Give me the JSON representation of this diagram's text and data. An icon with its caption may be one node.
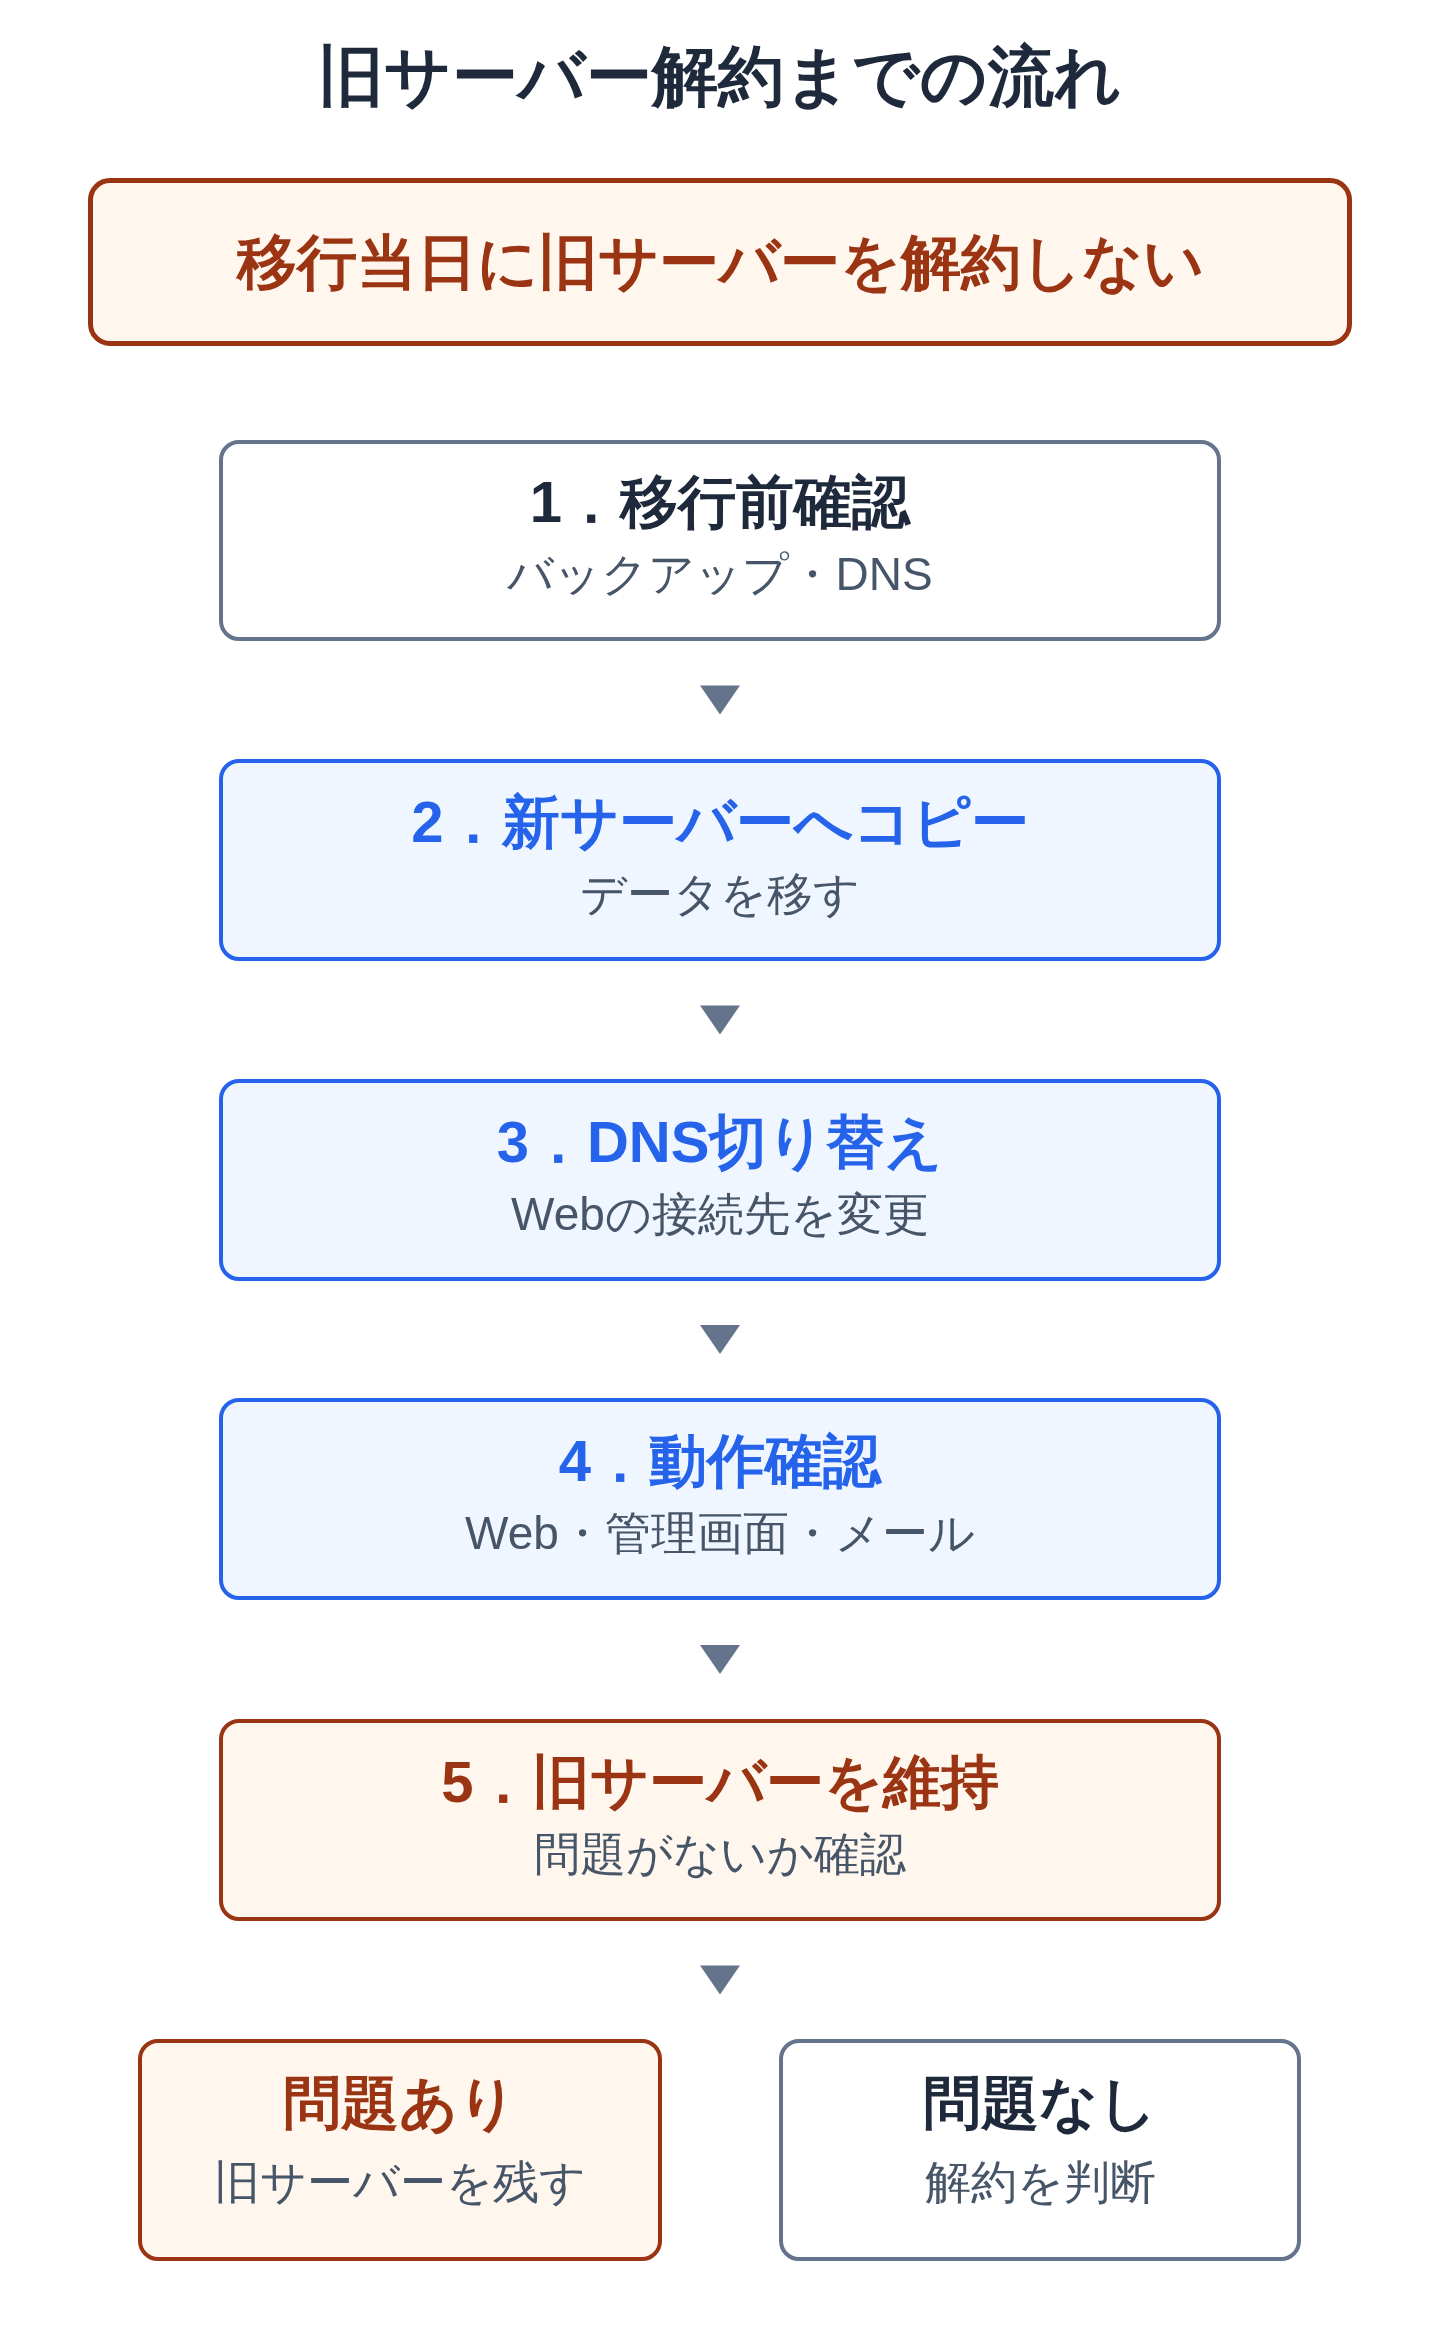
{
  "diagram": {
    "title": "旧サーバー解約までの流れ",
    "nodes": [
      {
        "text": [
          "移行当日に旧サーバーを解約しない"
        ]
      },
      {
        "text": [
          "1．移行前確認",
          "バックアップ・DNS"
        ]
      },
      {
        "text": [
          "2．新サーバーへコピー",
          "データを移す"
        ]
      },
      {
        "text": [
          "3．DNS切り替え",
          "Webの接続先を変更"
        ]
      },
      {
        "text": [
          "4．動作確認",
          "Web・管理画面・メール"
        ]
      },
      {
        "text": [
          "5．旧サーバーを維持",
          "問題がないか確認"
        ]
      },
      {
        "text": [
          "問題あり",
          "旧サーバーを残す"
        ]
      },
      {
        "text": [
          "問題なし",
          "解約を判断"
        ]
      }
    ],
    "edges": [
      {
        "from": 1,
        "to": 2,
        "arrow": "to"
      },
      {
        "from": 2,
        "to": 3,
        "arrow": "to"
      },
      {
        "from": 3,
        "to": 4,
        "arrow": "to"
      },
      {
        "from": 4,
        "to": 5,
        "arrow": "to"
      },
      {
        "from": 5,
        "to": null,
        "arrow": "to"
      }
    ]
  }
}
